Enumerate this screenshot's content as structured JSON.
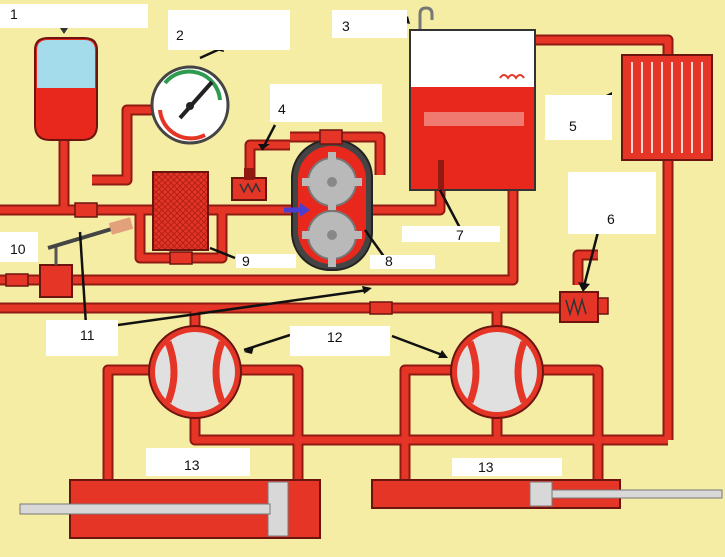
{
  "labels": {
    "l1": "1",
    "l2": "2",
    "l3": "3",
    "l4": "4",
    "l5": "5",
    "l6": "6",
    "l7": "7",
    "l8": "8",
    "l9": "9",
    "l10": "10",
    "l11": "11",
    "l12": "12",
    "l13a": "13",
    "l13b": "13"
  },
  "colors": {
    "background": "#f6eda5",
    "pipe": "#e53527",
    "pipe_dark": "#a81d14",
    "oil": "#e8281c",
    "gauge_green": "#2e9b4f",
    "tank_top": "#a5dcec",
    "answer_box": "#ffffff"
  }
}
